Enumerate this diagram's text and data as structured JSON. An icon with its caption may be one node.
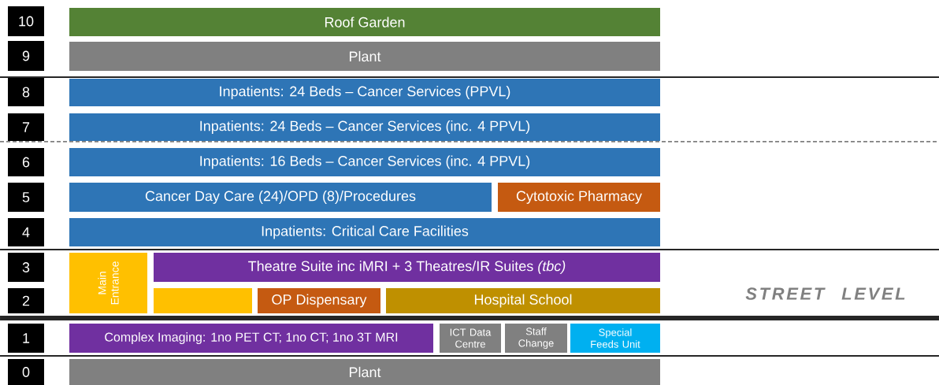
{
  "diagram": {
    "nodes": [
      {
        "text": [
          "10"
        ]
      },
      {
        "text": [
          "Roof Garden"
        ]
      },
      {
        "text": [
          "9"
        ]
      },
      {
        "text": [
          "Plant"
        ]
      },
      {
        "text": [
          "8"
        ]
      },
      {
        "text": [
          "Inpatients: 24 Beds – Cancer Services (PPVL)"
        ]
      },
      {
        "text": [
          "7"
        ]
      },
      {
        "text": [
          "Inpatients: 24 Beds – Cancer Services (inc. 4 PPVL)"
        ]
      },
      {
        "text": [
          "6"
        ]
      },
      {
        "text": [
          "Inpatients: 16 Beds – Cancer Services (inc. 4 PPVL)"
        ]
      },
      {
        "text": [
          "5"
        ]
      },
      {
        "text": [
          "Cancer Day Care (24)/OPD (8)/Procedures"
        ]
      },
      {
        "text": [
          "Cytotoxic Pharmacy"
        ]
      },
      {
        "text": [
          "4"
        ]
      },
      {
        "text": [
          "Inpatients: Critical Care Facilities"
        ]
      },
      {
        "text": [
          "3"
        ]
      },
      {
        "text": [
          "Main Entrance"
        ]
      },
      {
        "text": [
          "Theatre Suite inc iMRI + 3 Theatres/IR Suites *(tbc)*"
        ]
      },
      {
        "text": [
          "2"
        ]
      },
      {
        "text": [],
        "shape": "box"
      },
      {
        "text": [
          "OP Dispensary"
        ]
      },
      {
        "text": [
          "Hospital School"
        ]
      },
      {
        "text": [
          "1"
        ]
      },
      {
        "text": [
          "Complex Imaging: 1no PET CT; 1no CT; 1no 3T MRI"
        ]
      },
      {
        "text": [
          "ICT Data Centre"
        ]
      },
      {
        "text": [
          "Staff Change"
        ]
      },
      {
        "text": [
          "Special Feeds Unit"
        ]
      },
      {
        "text": [
          "0"
        ]
      },
      {
        "text": [
          "Plant"
        ]
      }
    ],
    "labels": [
      "STREET LEVEL"
    ]
  }
}
